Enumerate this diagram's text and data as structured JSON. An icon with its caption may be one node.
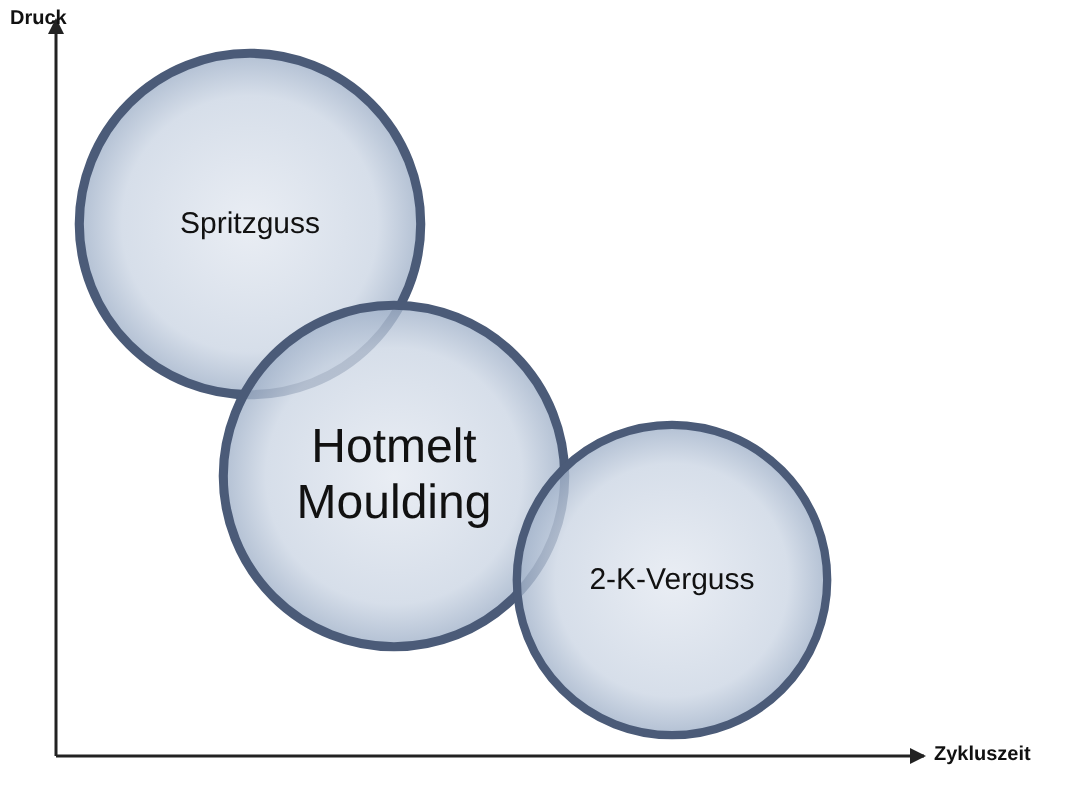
{
  "diagram": {
    "nodes": [
      {
        "text": [
          "Spritzguss"
        ]
      },
      {
        "text": [
          "Hotmelt Moulding"
        ]
      },
      {
        "text": [
          "2-K-Verguss"
        ]
      }
    ],
    "labels": [
      "Druck",
      "Zykluszeit"
    ]
  }
}
